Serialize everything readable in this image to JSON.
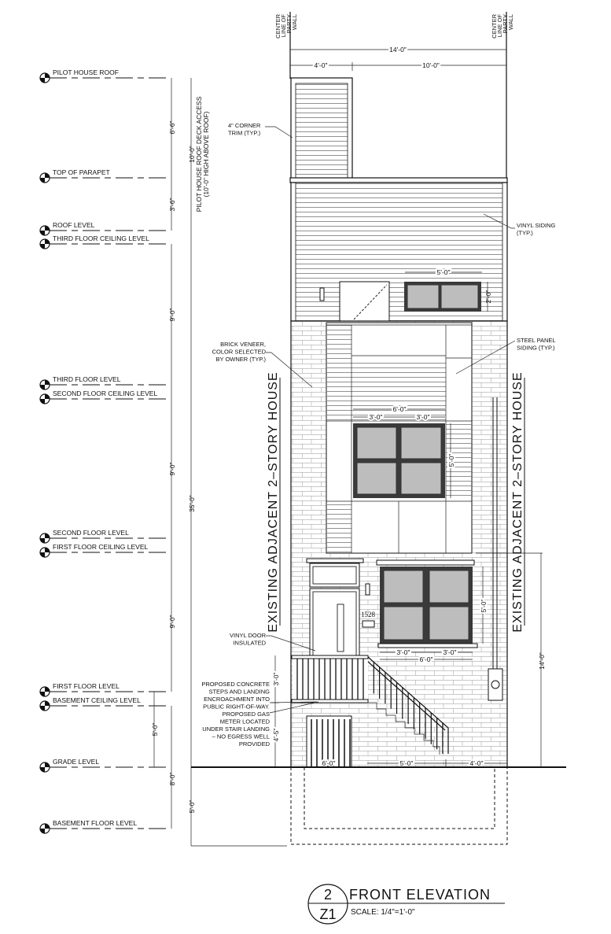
{
  "levels": [
    {
      "label": "PILOT HOUSE ROOF"
    },
    {
      "label": "TOP OF PARAPET"
    },
    {
      "label": "ROOF LEVEL"
    },
    {
      "label": "THIRD FLOOR CEILING LEVEL"
    },
    {
      "label": "THIRD FLOOR LEVEL"
    },
    {
      "label": "SECOND FLOOR CEILING LEVEL"
    },
    {
      "label": "SECOND FLOOR LEVEL"
    },
    {
      "label": "FIRST FLOOR CEILING LEVEL"
    },
    {
      "label": "FIRST FLOOR LEVEL"
    },
    {
      "label": "BASEMENT CEILING LEVEL"
    },
    {
      "label": "GRADE LEVEL"
    },
    {
      "label": "BASEMENT FLOOR LEVEL"
    }
  ],
  "center_line_label": [
    "CENTER",
    "LINE OF",
    "PARTY",
    "WALL"
  ],
  "dims": {
    "overall_width": "14'-0\"",
    "pilot_width": "4'-0\"",
    "roof_deck_width": "10'-0\"",
    "pilot_height": "6'-6\"",
    "parapet_height": "3'-6\"",
    "pilot_total": "10'-0\"",
    "third_floor": "9'-0\"",
    "second_floor": "9'-0\"",
    "first_floor": "9'-0\"",
    "overall_height": "35'-0\"",
    "basement_to_grade": "5'-0\"",
    "basement_height": "8'-0\"",
    "below_grade": "5'-0\"",
    "top_window_width": "5'-0\"",
    "top_window_height": "2'-0\"",
    "second_window_width": "6'-0\"",
    "second_window_half_a": "3'-0\"",
    "second_window_half_b": "3'-0\"",
    "second_window_height": "5'-0\"",
    "first_window_height": "5'-0\"",
    "first_window_half_a": "3'-0\"",
    "first_window_half_b": "3'-0\"",
    "first_window_width": "6'-0\"",
    "landing_height": "3'-0\"",
    "landing_to_grade": "4'-5\"",
    "stair_run": "5'-0\"",
    "stair_side": "4'-0\"",
    "basement_door": "6'-0\"",
    "adjacent_height": "14'-0\""
  },
  "pilot_note": [
    "PILOT HOUSE ROOF DECK ACCESS",
    "(10'-0\" HIGH ABOVE ROOF)"
  ],
  "notes": {
    "corner_trim": [
      "4\" CORNER",
      "TRIM (TYP.)"
    ],
    "vinyl_siding": [
      "VINYL SIDING",
      "(TYP.)"
    ],
    "brick": [
      "BRICK VENEER,",
      "COLOR SELECTED",
      "BY OWNER (TYP.)"
    ],
    "steel_panel": [
      "STEEL PANEL",
      "SIDING (TYP.)"
    ],
    "vinyl_door": [
      "VINYL DOOR",
      "INSULATED"
    ],
    "concrete": [
      "PROPOSED CONCRETE",
      "STEPS AND LANDING",
      "ENCROACHMENT INTO",
      "PUBLIC RIGHT-OF-WAY.",
      "PROPOSED GAS",
      "METER LOCATED",
      "UNDER STAIR LANDING",
      "– NO EGRESS WELL",
      "PROVIDED"
    ]
  },
  "adjacent_label": "EXISTING ADJACENT 2–STORY HOUSE",
  "house_number": "1528",
  "title": {
    "number": "2",
    "sheet": "Z1",
    "name": "FRONT ELEVATION",
    "scale": "SCALE: 1/4\"=1'-0\""
  }
}
